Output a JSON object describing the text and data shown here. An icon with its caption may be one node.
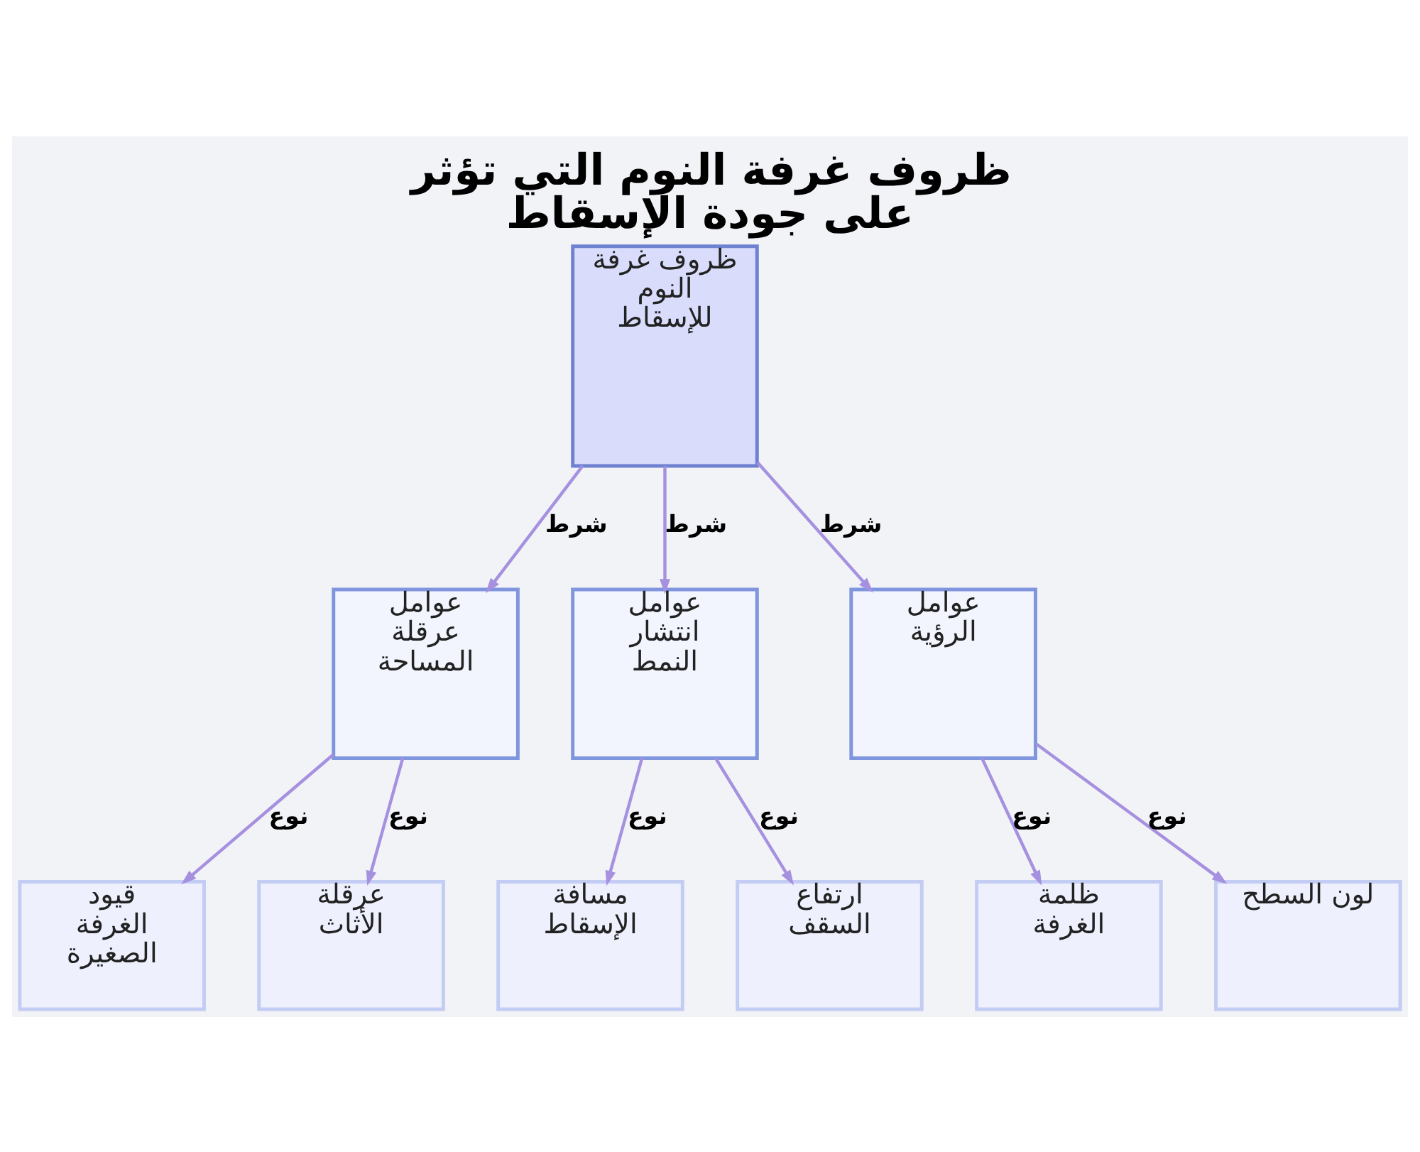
{
  "diagram": {
    "title": "ظروف غرفة النوم التي تؤثر على جودة الإسقاط",
    "nodes": [
      {
        "text": [
          "ظروف غرفة النوم للإسقاط"
        ]
      },
      {
        "text": [
          "عوامل عرقلة المساحة"
        ]
      },
      {
        "text": [
          "عوامل انتشار النمط"
        ]
      },
      {
        "text": [
          "عوامل الرؤية"
        ]
      },
      {
        "text": [
          "قيود الغرفة الصغيرة"
        ]
      },
      {
        "text": [
          "عرقلة الأثاث"
        ]
      },
      {
        "text": [
          "مسافة الإسقاط"
        ]
      },
      {
        "text": [
          "ارتفاع السقف"
        ]
      },
      {
        "text": [
          "ظلمة الغرفة"
        ]
      },
      {
        "text": [
          "لون السطح"
        ]
      }
    ],
    "edges": [
      {
        "from": 0,
        "to": 1,
        "arrow": "to",
        "label": "شرط"
      },
      {
        "from": 0,
        "to": 2,
        "arrow": "to",
        "label": "شرط"
      },
      {
        "from": 0,
        "to": 3,
        "arrow": "to",
        "label": "شرط"
      },
      {
        "from": 1,
        "to": 4,
        "arrow": "to",
        "label": "نوع"
      },
      {
        "from": 1,
        "to": 5,
        "arrow": "to",
        "label": "نوع"
      },
      {
        "from": 2,
        "to": 6,
        "arrow": "to",
        "label": "نوع"
      },
      {
        "from": 2,
        "to": 7,
        "arrow": "to",
        "label": "نوع"
      },
      {
        "from": 3,
        "to": 8,
        "arrow": "to",
        "label": "نوع"
      },
      {
        "from": 3,
        "to": 9,
        "arrow": "to",
        "label": "نوع"
      }
    ]
  }
}
